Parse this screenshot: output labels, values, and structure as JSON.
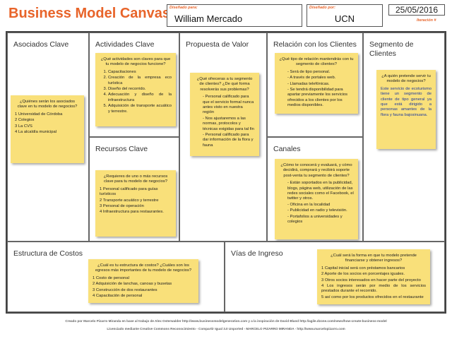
{
  "title": "Business Model Canvas",
  "header": {
    "designed_for_caption": "Diseñado para:",
    "designed_for": "William Mercado",
    "designed_by_caption": "Diseñado por:",
    "designed_by": "UCN",
    "date": "25/05/2016",
    "iteration_caption": "Iteración #"
  },
  "blocks": {
    "partners": {
      "title": "Asociados Clave",
      "question": "¿Quiénes serán los asociados clave en tu modelo de negocios?",
      "items": [
        "1 Universidad de Córdoba",
        "2 Colegios",
        "3 La CVS",
        "4 La alcaldía municipal"
      ]
    },
    "activities": {
      "title": "Actividades Clave",
      "question": "¿Qué actividades son claves para que tu modelo de negocios funcione?",
      "items": [
        "Capacitaciones",
        "Creación de la empresa eco turística",
        "Diseño del recorrido.",
        "Adecuación y diseño de la infraestructura",
        "Adquisición de transporte acuático y terrestre."
      ]
    },
    "value": {
      "title": "Propuesta de Valor",
      "question": "¿Qué ofreceras a tu segmento de clientes? ¿De qué forma resolverás sus problemas?",
      "items": [
        "Personal calificado para que el servicio formal nunca antes visto en nuestra región",
        "Nos ajustaremos a las normas, protocolos y técnicas exigidas para tal fin",
        "Personal calificado para dar información de la flora y fauna"
      ]
    },
    "relationship": {
      "title": "Relación con los Clientes",
      "question": "¿Qué tipo de relación mantendrás con tu segmento de clientes?",
      "items": [
        "Será de tipo personal.",
        "A través de portales web.",
        "Llamadas telefónicas.",
        "Se tendrá disponibilidad para apartar previamente los servicios ofrecidos a los clientes por los medios disponibles."
      ]
    },
    "segments": {
      "title": "Segmento de Clientes",
      "question": "¿A quién pretende servir tu modelo de negocios?",
      "text": "Este servicio de ecoturismo tiene un segmento de cliente de tipo general ya que está dirigido a personas amantes de la flora y fauna bajosinuana."
    },
    "resources": {
      "title": "Recursos Clave",
      "question": "¿Requieres de uno o más recursos clave para tu modelo de negocios?",
      "items": [
        "1 Personal calificado para guías turísticos",
        "2 Transporte acuático y terrestre",
        "3 Personal de operación",
        "4 Infraestructura para restaurantes."
      ]
    },
    "channels": {
      "title": "Canales",
      "question": "¿Cómo te conocerá y evaluará, y cómo decidirá, comprará y recibirá soporte post-venta tu segmento de clientes?",
      "items": [
        "Están soportados en la publicidad, blogs, página web, utilización de las redes sociales como el Facebook, el twitter y otros.",
        "Oficina en la localidad",
        "Publicidad en radio y televisión.",
        "Portafolios a universidades y colegios"
      ]
    },
    "costs": {
      "title": "Estructura de Costos",
      "question": "¿Cuál es tu estructura de costos? ¿Cuáles son los egresos más importantes de tu modelo de negocios?",
      "items": [
        "1 Costo de personal",
        "2 Adquisición de lanchas, canoas y busetas",
        "3 Construcción de dos restaurantes",
        "4 Capacitación de personal"
      ]
    },
    "revenue": {
      "title": "Vías de Ingreso",
      "question": "¿Cuál será la forma en que tu modelo pretende financiarse y obtener ingresos?",
      "items": [
        "1 Capital inicial será con préstamos bancarios",
        "2 Aporte de los socios en porcentajes iguales.",
        "3 Otros socios interesados en hacer parte del proyecto",
        "4 Los ingresos serán por medio de los servicios prestados durante el recorrido.",
        "5 así como por los productos ofrecidos en el restaurante"
      ]
    }
  },
  "footer": {
    "line1": "Creado por Marcelo Pizarro Miranda en base al trabajo de Alex Osterwalder http://www.businessmodelgeneration.com y a la inspiración de David Bland http://agile.dzone.com/news/how-create-business-model",
    "line2": "Licenciado mediante Creative Commons Reconocimiento - Compartir Igual 3.0 Unported - MARCELO PIZARRO MIRANDA - http://www.marcelopizarro.com"
  },
  "colors": {
    "accent": "#e8642a",
    "sticky_note": "#f9e07a",
    "border": "#444444"
  }
}
